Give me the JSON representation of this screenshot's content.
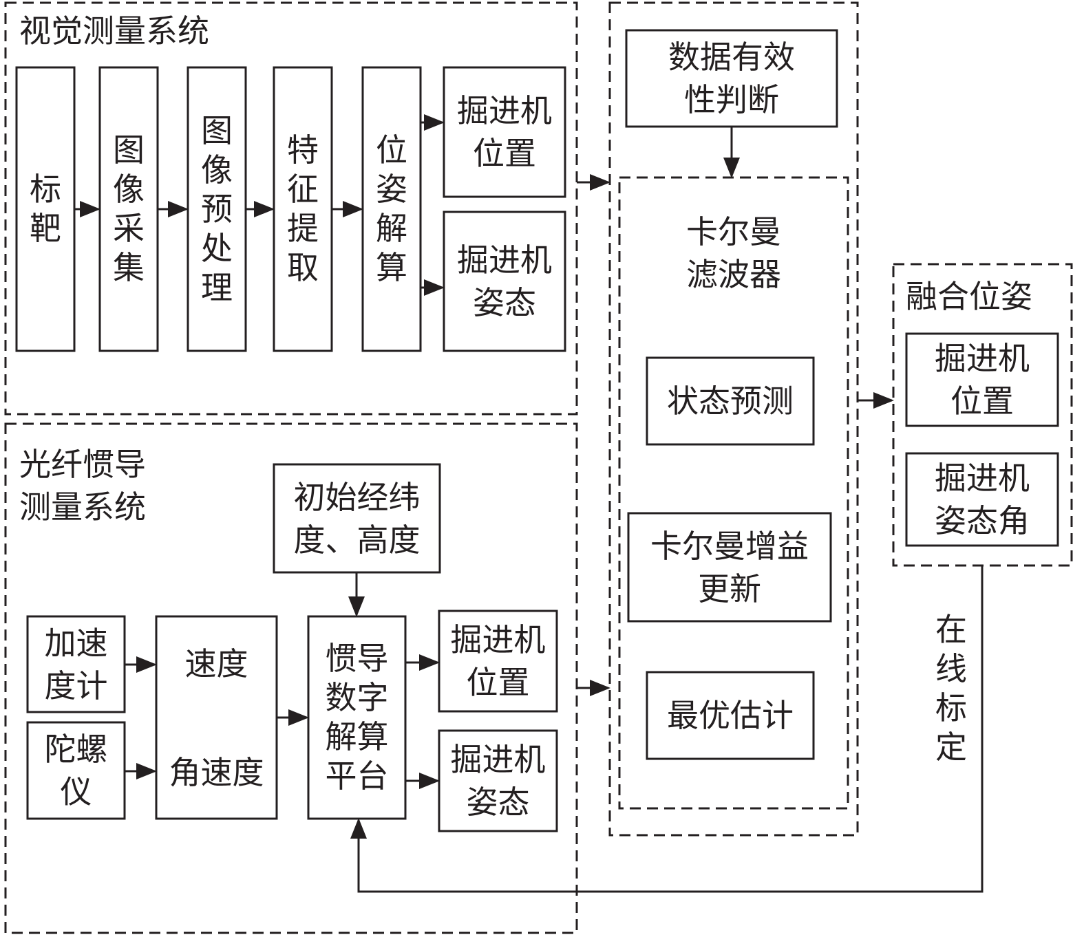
{
  "groups": {
    "vision": "视觉测量系统",
    "ins": "光纤惯导\n测量系统",
    "kalman": "卡尔曼\n滤波器",
    "fused": "融合位姿"
  },
  "vision_chain": [
    "标\n靶",
    "图\n像\n采\n集",
    "图\n像\n预\n处\n理",
    "特\n征\n提\n取",
    "位\n姿\n解\n算"
  ],
  "vision_outputs": [
    "掘进机\n位置",
    "掘进机\n姿态"
  ],
  "validity": "数据有效\n性判断",
  "kalman_steps": [
    "状态预测",
    "卡尔曼增益\n更新",
    "最优估计"
  ],
  "fused_outputs": [
    "掘进机\n位置",
    "掘进机\n姿态角"
  ],
  "ins_inputs": [
    "加速\n度计",
    "陀螺\n仪"
  ],
  "ins_rates": [
    "速度",
    "角速度"
  ],
  "ins_init": "初始经纬\n度、高度",
  "ins_platform": "惯导\n数字\n解算\n平台",
  "ins_outputs": [
    "掘进机\n位置",
    "掘进机\n姿态"
  ],
  "feedback": "在\n线\n标\n定"
}
